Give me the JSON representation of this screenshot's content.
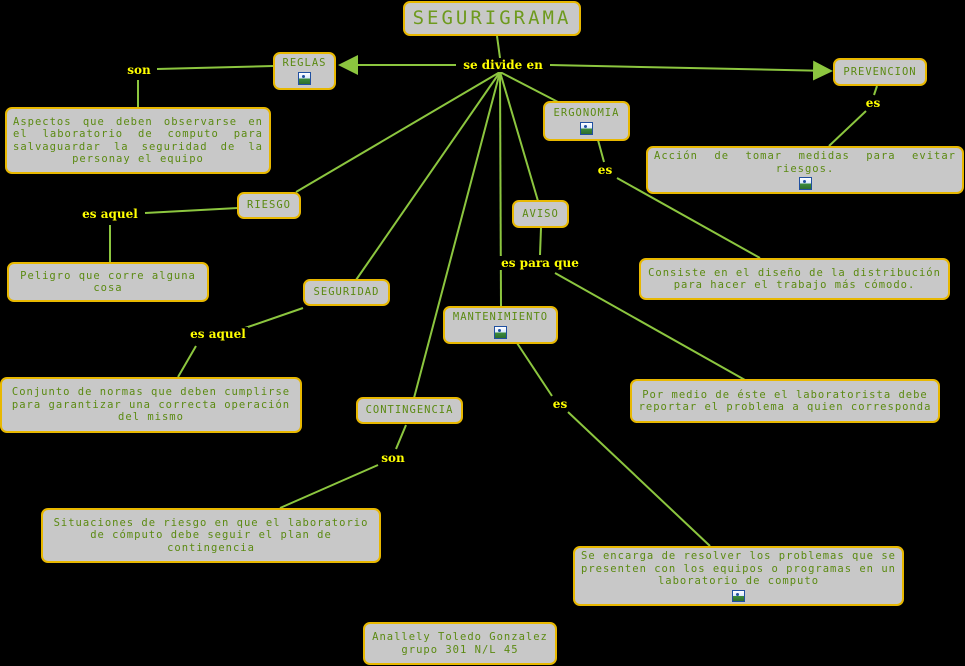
{
  "title": "SEGURIGRAMA",
  "hub_label": "se divide en",
  "nodes": {
    "reglas": "REGLAS",
    "prevencion": "PREVENCION",
    "ergonomia": "ERGONOMIA",
    "riesgo": "RIESGO",
    "aviso": "AVISO",
    "seguridad": "SEGURIDAD",
    "mantenimiento": "MANTENIMIENTO",
    "contingencia": "CONTINGENCIA"
  },
  "descriptions": {
    "reglas": "Aspectos que deben observarse en el laboratorio de computo para salvaguardar la seguridad de la personay el equipo",
    "prevencion": "Acción de tomar medidas para evitar riesgos.",
    "ergonomia": "Consiste en el diseño de la distribución para hacer el trabajo más cómodo.",
    "riesgo": "Peligro que corre alguna cosa",
    "aviso": "Por medio de éste el laboratorista debe reportar el problema a quien corresponda",
    "seguridad": "Conjunto de normas que deben cumplirse para garantizar una correcta operación del mismo",
    "mantenimiento": "Se encarga de resolver los problemas que se presenten con los equipos o programas en un laboratorio de computo",
    "contingencia": "Situaciones de riesgo en que el laboratorio de cómputo debe seguir el plan de contingencia"
  },
  "link_labels": {
    "reglas": "son",
    "prevencion": "es",
    "ergonomia": "es",
    "riesgo": "es aquel",
    "aviso": "es para que",
    "seguridad": "es aquel",
    "mantenimiento": "es",
    "contingencia": "son"
  },
  "author": {
    "line1": "Anallely Toledo Gonzalez",
    "line2": "grupo 301 N/L 45"
  },
  "colors": {
    "background": "#000000",
    "node_fill": "#c8c8c8",
    "node_border": "#e8b800",
    "node_text": "#5b8a12",
    "link_text": "#ffff00",
    "line": "#8cc63f"
  },
  "icons": [
    "image-icon"
  ]
}
